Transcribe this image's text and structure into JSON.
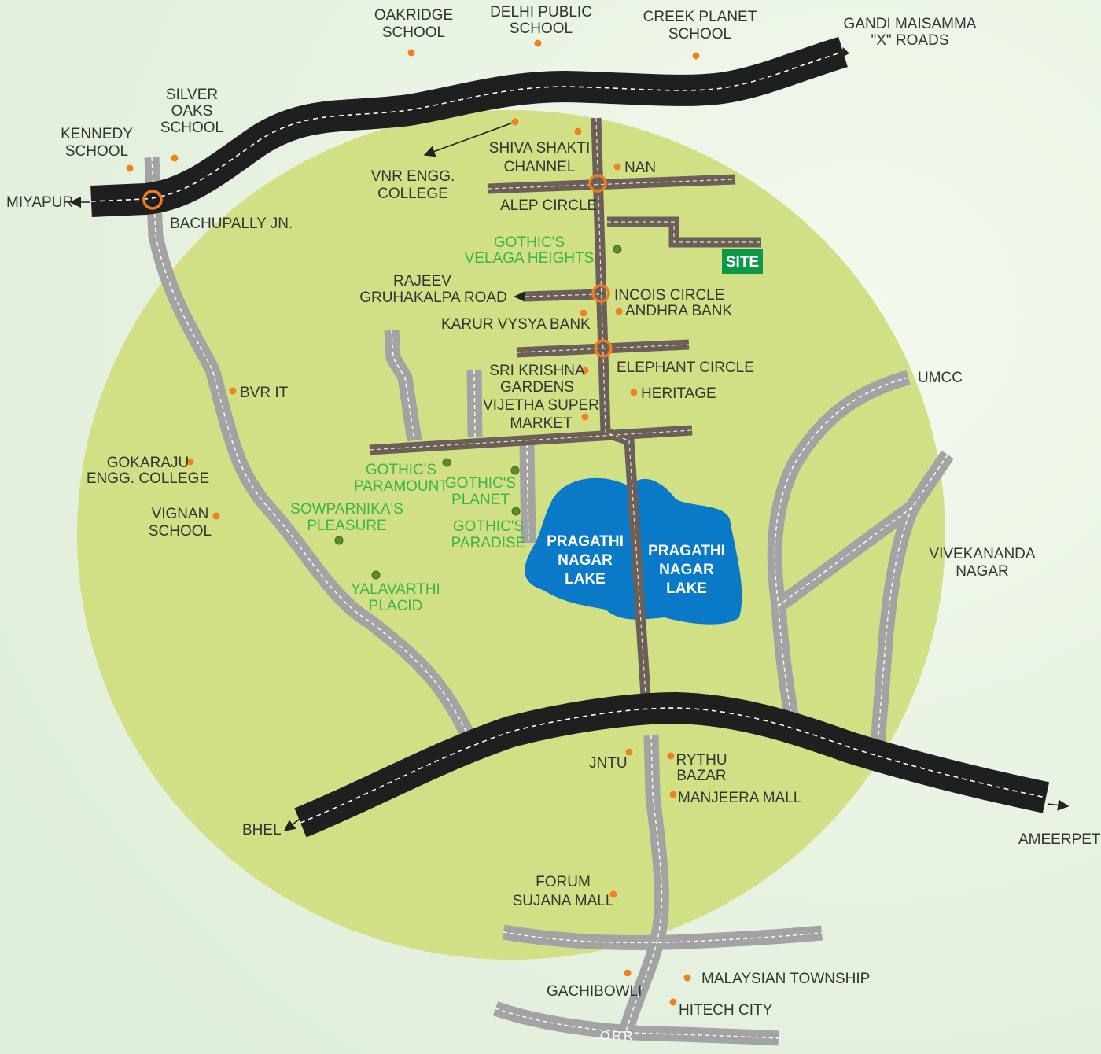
{
  "colors": {
    "background": "#e8f3e2",
    "area_circle": "#d2e085",
    "highway": "#1f1f1f",
    "arterial_road": "#6b5f58",
    "local_road": "#a3a3a3",
    "lake": "#0a79c8",
    "site_badge": "#0c9846",
    "landmark_dot": "#f0821e",
    "project_dot": "#5c8d2c",
    "project_text": "#3db34a",
    "junction_ring": "#f07e20"
  },
  "labels": {
    "oakridge": [
      "OAKRIDGE",
      "SCHOOL"
    ],
    "dps": [
      "DELHI PUBLIC",
      "SCHOOL"
    ],
    "creek": [
      "CREEK PLANET",
      "SCHOOL"
    ],
    "gandi": [
      "GANDI MAISAMMA",
      "\"X\" ROADS"
    ],
    "silver_oaks": [
      "SILVER",
      "OAKS",
      "SCHOOL"
    ],
    "kennedy": [
      "KENNEDY",
      "SCHOOL"
    ],
    "miyapur": "MIYAPUR",
    "bachupally": "BACHUPALLY JN.",
    "vnr": [
      "VNR ENGG.",
      "COLLEGE"
    ],
    "shiva_shakti": [
      "SHIVA SHAKTI",
      "CHANNEL"
    ],
    "nan": "NAN",
    "alep": "ALEP CIRCLE",
    "site": "SITE",
    "rajeev": [
      "RAJEEV",
      "GRUHAKALPA ROAD"
    ],
    "incois": "INCOIS CIRCLE",
    "andhra_bank": "ANDHRA BANK",
    "karur": "KARUR VYSYA BANK",
    "elephant": "ELEPHANT CIRCLE",
    "sri_krishna": [
      "SRI KRISHNA",
      "GARDENS"
    ],
    "heritage": "HERITAGE",
    "vijetha": [
      "VIJETHA SUPER",
      "MARKET"
    ],
    "bvrit": "BVR IT",
    "gokaraju": [
      "GOKARAJU",
      "ENGG. COLLEGE"
    ],
    "vignan": [
      "VIGNAN",
      "SCHOOL"
    ],
    "umcc": "UMCC",
    "vivekananda": [
      "VIVEKANANDA",
      "NAGAR"
    ],
    "lake_left": [
      "PRAGATHI",
      "NAGAR",
      "LAKE"
    ],
    "lake_right": [
      "PRAGATHI",
      "NAGAR",
      "LAKE"
    ],
    "jntu": "JNTU",
    "rythu": [
      "RYTHU",
      "BAZAR"
    ],
    "manjeera": "MANJEERA MALL",
    "bhel": "BHEL",
    "ameerpet": "AMEERPET",
    "forum": [
      "FORUM",
      "SUJANA MALL"
    ],
    "gachibowli": "GACHIBOWLI",
    "malaysian": "MALAYSIAN TOWNSHIP",
    "hitech": "HITECH CITY",
    "orr": "ORR"
  },
  "projects": {
    "velaga": [
      "GOTHIC'S",
      "VELAGA HEIGHTS"
    ],
    "paramount": [
      "GOTHIC'S",
      "PARAMOUNT"
    ],
    "planet": [
      "GOTHIC'S",
      "PLANET"
    ],
    "paradise": [
      "GOTHIC'S",
      "PARADISE"
    ],
    "sowparnika": [
      "SOWPARNIKA'S",
      "PLEASURE"
    ],
    "yalavarthi": [
      "YALAVARTHI",
      "PLACID"
    ]
  }
}
